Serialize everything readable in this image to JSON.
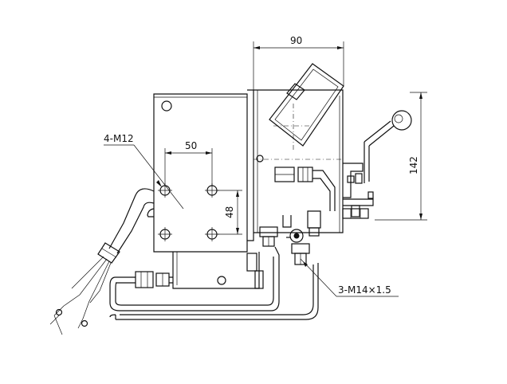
{
  "labels": {
    "bolt_spec": "4-M12",
    "port_spec": "3-M14×1.5"
  },
  "dimensions": {
    "horizontal_spacing": "50",
    "vertical_spacing": "48",
    "overall_width": "90",
    "overall_height": "142"
  },
  "colors": {
    "line": "#111111",
    "background": "#ffffff"
  }
}
